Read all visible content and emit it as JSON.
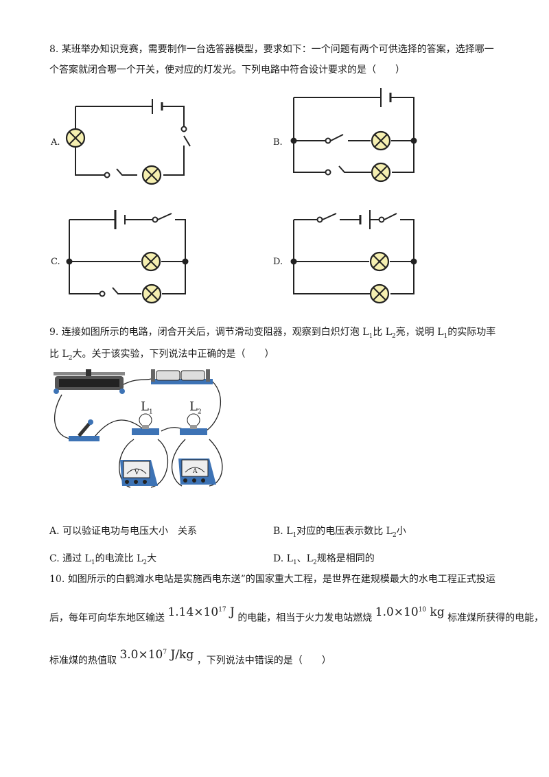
{
  "q8": {
    "line1": "8. 某班举办知识竞赛，需要制作一台选答器模型，要求如下：一个问题有两个可供选择的答案，选择哪一",
    "line2": "个答案就闭合哪一个开关，使对应的灯发光。下列电路中符合设计要求的是（　　）",
    "option_labels": [
      "A.",
      "B.",
      "C.",
      "D."
    ]
  },
  "q9": {
    "line1_a": "9. 连接如图所示的电路，闭合开关后，调节滑动变阻器，观察到白炽灯泡 L",
    "line1_b": "比 L",
    "line1_c": "亮，说明 L",
    "line1_d": "的实际功率",
    "line2": "比 L",
    "line2_b": "大。关于该实验，下列说法中正确的是（　　）",
    "sub1": "1",
    "sub2": "2",
    "fig_label_l1": "L",
    "fig_label_l2": "L",
    "meter_v": "V",
    "meter_a": "A",
    "options": {
      "a": "A. 可以验证电功与电压大小　关系",
      "b_pre": "B. L",
      "b_post": "对应的电压表示数比 L",
      "b_end": "小",
      "c_pre": "C. 通过 L",
      "c_mid": "的电流比 L",
      "c_end": "大",
      "d_pre": "D. L",
      "d_mid": "、L",
      "d_end": "规格是相同的"
    }
  },
  "q10": {
    "line1": "10. 如图所示的白鹤滩水电站是实施西电东送”的国家重大工程，是世界在建规模最大的水电工程正式投运",
    "line2_a": "后，每年可向华东地区输送",
    "energy_mant": "1.14×10",
    "energy_exp": "17",
    "energy_unit": " J",
    "line2_b": "的电能，相当于火力发电站燃烧",
    "mass_mant": "1.0×10",
    "mass_exp": "10",
    "mass_unit": " kg",
    "line2_c": "标准煤所获得的电能，",
    "line3_a": "标准煤的热值取",
    "heat_mant": "3.0×10",
    "heat_exp": "7",
    "heat_unit": " J/kg",
    "line3_b": "，下列说法中错误的是（　　）"
  }
}
